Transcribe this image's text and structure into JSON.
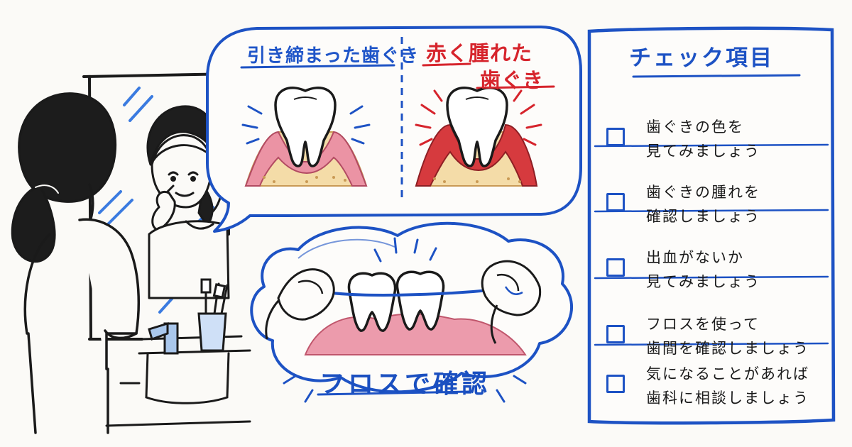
{
  "bubble": {
    "healthy_label": "引き締まった歯ぐき",
    "swollen_label_line1": "赤く腫れた",
    "swollen_label_line2": "歯ぐき"
  },
  "floss": {
    "caption": "フロスで確認"
  },
  "checklist": {
    "title": "チェック項目",
    "items": [
      {
        "line1": "歯ぐきの色を",
        "line2": "見てみましょう"
      },
      {
        "line1": "歯ぐきの腫れを",
        "line2": "確認しましょう"
      },
      {
        "line1": "出血がないか",
        "line2": "見てみましょう"
      },
      {
        "line1": "フロスを使って",
        "line2": "歯間を確認しましょう"
      },
      {
        "line1": "気になることがあれば",
        "line2": "歯科に相談しましょう"
      }
    ]
  },
  "colors": {
    "accent_blue": "#1d52c4",
    "gum_red": "#d6242c",
    "gum_pink": "#e98a9c",
    "bone_tan": "#f3dcae",
    "ink": "#1a1a1a"
  }
}
